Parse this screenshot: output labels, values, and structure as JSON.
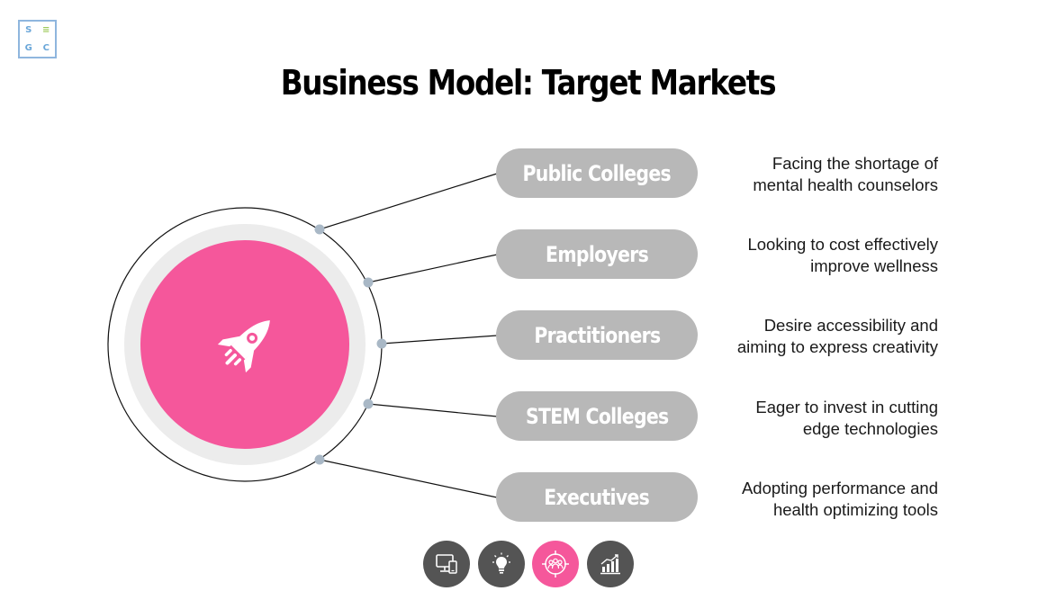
{
  "logo": {
    "letters": [
      "S",
      "≡",
      "G",
      "C"
    ]
  },
  "title": "Business Model: Target Markets",
  "markets": [
    {
      "label": "Public Colleges",
      "description_line1": "Facing the shortage of",
      "description_line2": "mental health counselors"
    },
    {
      "label": "Employers",
      "description_line1": "Looking to cost effectively",
      "description_line2": "improve wellness"
    },
    {
      "label": "Practitioners",
      "description_line1": "Desire accessibility and",
      "description_line2": "aiming to express creativity"
    },
    {
      "label": "STEM Colleges",
      "description_line1": "Eager to invest in cutting",
      "description_line2": "edge technologies"
    },
    {
      "label": "Executives",
      "description_line1": "Adopting performance and",
      "description_line2": "health optimizing tools"
    }
  ],
  "center_icon": "rocket-icon",
  "nav": [
    {
      "icon": "computer-icon",
      "active": false
    },
    {
      "icon": "lightbulb-icon",
      "active": false
    },
    {
      "icon": "people-target-icon",
      "active": true
    },
    {
      "icon": "growth-chart-icon",
      "active": false
    }
  ],
  "colors": {
    "accent": "#f5579b",
    "pill": "#b8b8b8",
    "ring": "#ececec",
    "dot": "#a9b8c6",
    "nav": "#545454"
  }
}
